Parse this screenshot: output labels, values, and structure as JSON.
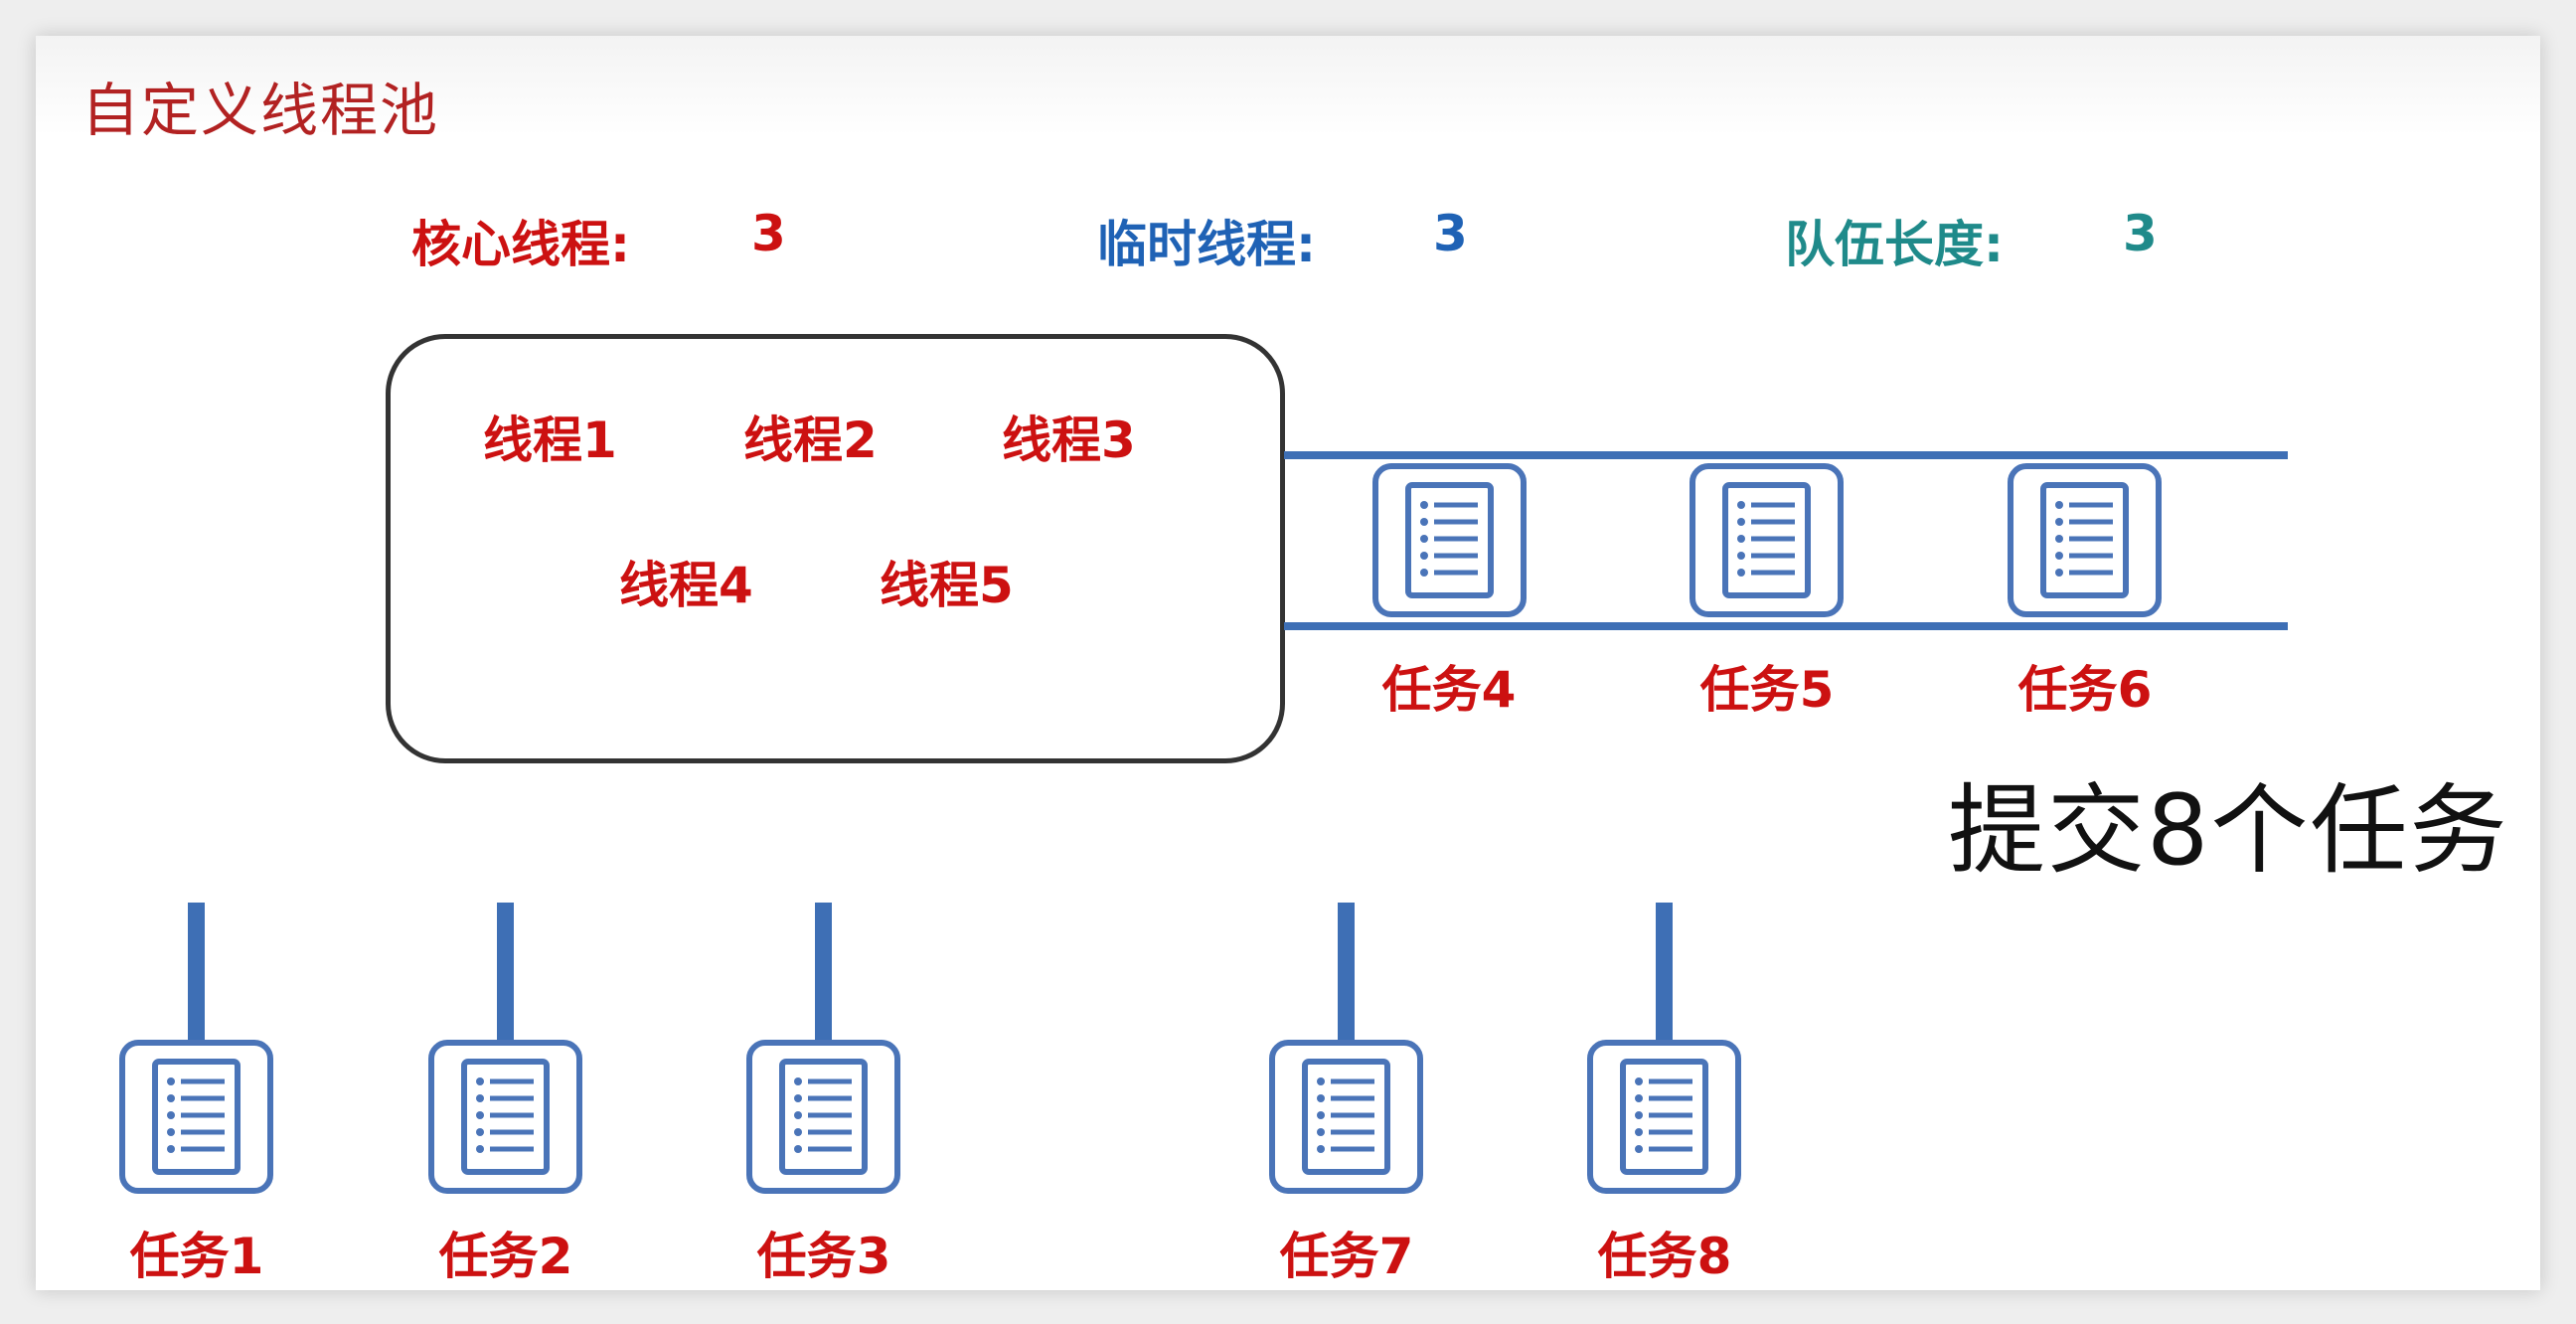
{
  "title": "自定义线程池",
  "params": {
    "core": {
      "label": "核心线程:",
      "value": "3",
      "color": "#cc1111"
    },
    "temp": {
      "label": "临时线程:",
      "value": "3",
      "color": "#1f62b5"
    },
    "queue": {
      "label": "队伍长度:",
      "value": "3",
      "color": "#1f8a8a"
    }
  },
  "threads": [
    "线程1",
    "线程2",
    "线程3",
    "线程4",
    "线程5"
  ],
  "queued_tasks": [
    "任务4",
    "任务5",
    "任务6"
  ],
  "submitted_tasks": [
    "任务1",
    "任务2",
    "任务3",
    "任务7",
    "任务8"
  ],
  "submit_text": "提交8个任务",
  "icons": {
    "task": "document-list-icon"
  },
  "colors": {
    "accent_red": "#cc1111",
    "rail_blue": "#3e6fb5",
    "pool_border": "#333333"
  }
}
